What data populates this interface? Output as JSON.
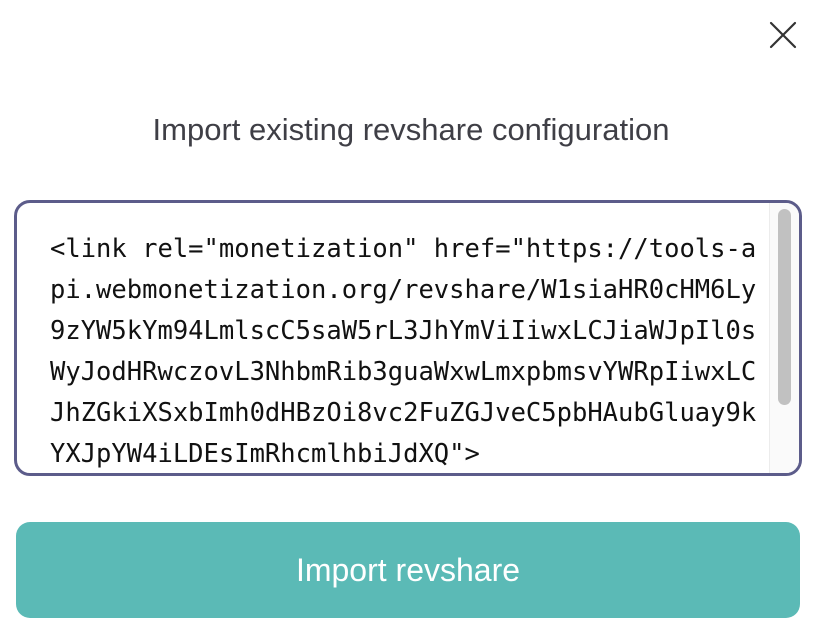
{
  "dialog": {
    "title": "Import existing revshare configuration",
    "close_icon": "close-icon",
    "textarea_value": "<link rel=\"monetization\" href=\"https://tools-api.webmonetization.org/revshare/W1siaHR0cHM6Ly9zYW5kYm94LmlscC5saW5rL3JhYmViIiwxLCJiaWJpIl0sWyJodHRwczovL3NhbmRib3guaWxwLmxpbmsvYWRpIiwxLCJhZGkiXSxbImh0dHBzOi8vc2FuZGJveC5pbHAubGluay9kYXJpYW4iLDEsImRhcmlhbiJdXQ\">",
    "import_button_label": "Import revshare"
  },
  "colors": {
    "textarea_border": "#5c5c8a",
    "button_bg": "#5bbab6",
    "title_text": "#3f3f46"
  }
}
